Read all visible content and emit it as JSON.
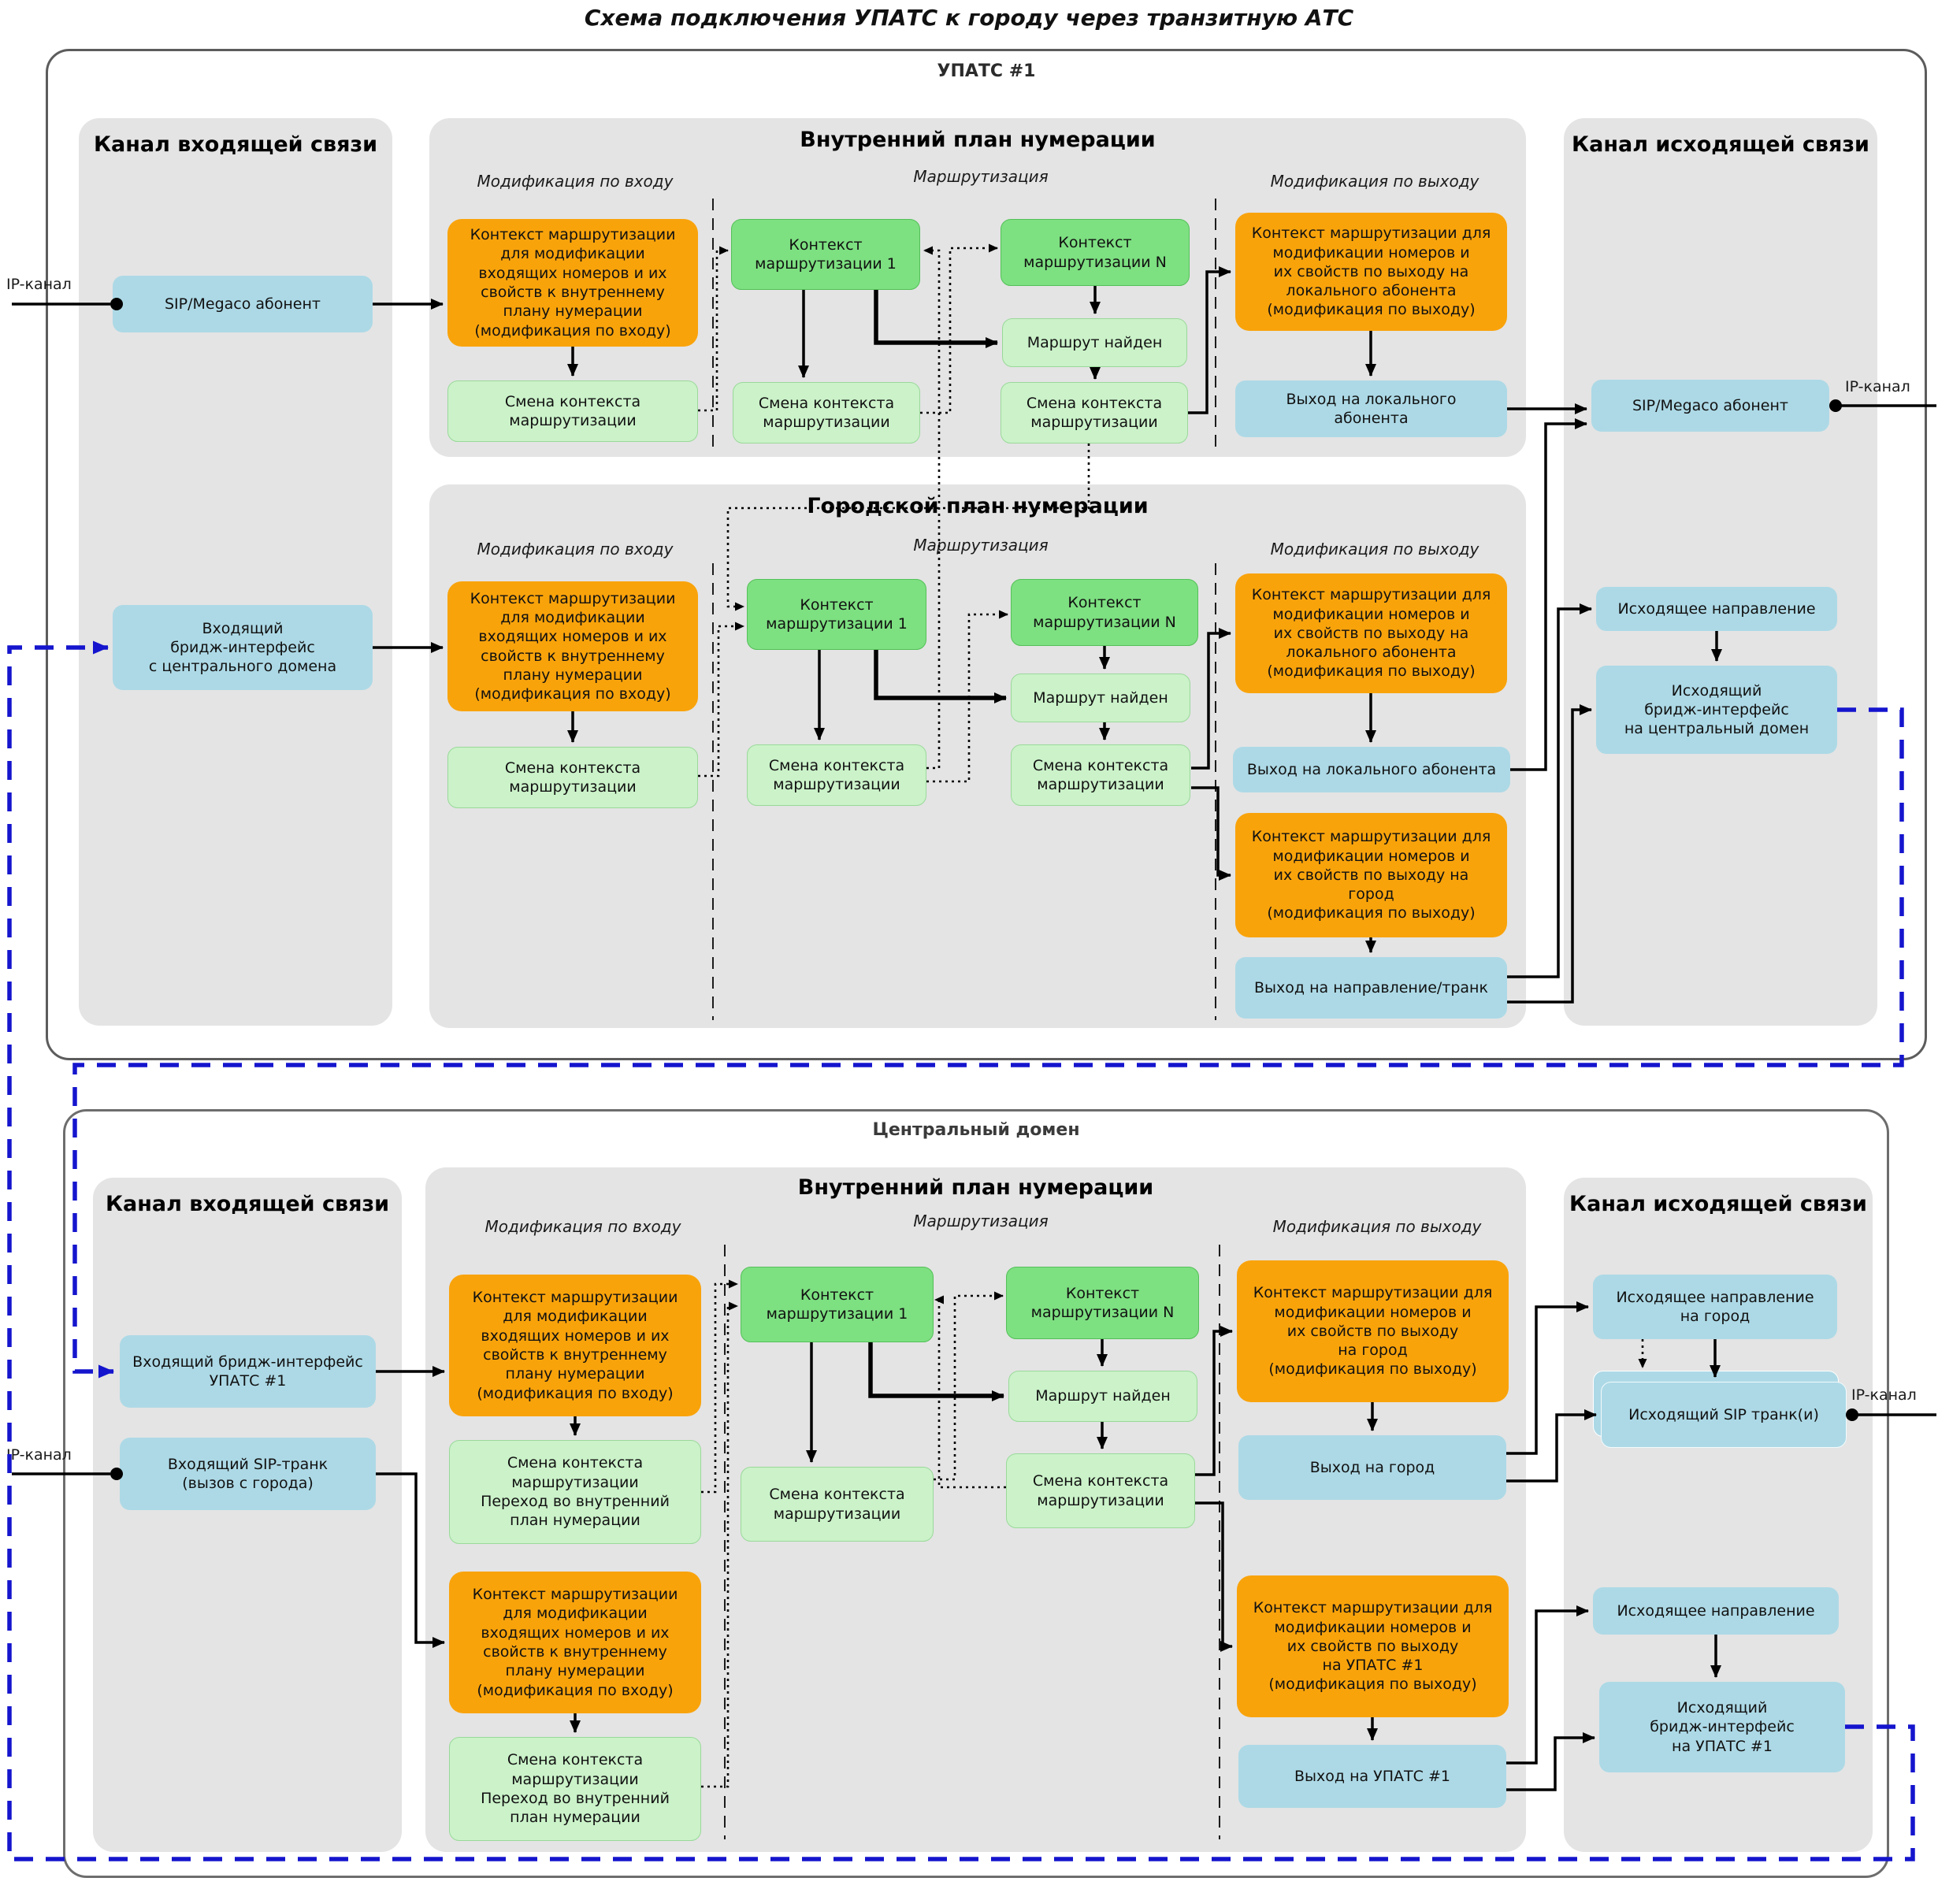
{
  "title": "Схема подключения УПАТС к городу через транзитную АТС",
  "labels": {
    "ip": "IP-канал"
  },
  "colors": {
    "orange": "#F9A30B",
    "green_bright": "#7DE081",
    "green_light": "#CBF2C9",
    "blue_box": "#ADD9E6",
    "panel_grey": "#E4E4E4",
    "blue_dashed": "#1515CE",
    "arrow_black": "#000000"
  },
  "upats": {
    "name": "УПАТС #1",
    "in_channel": {
      "title": "Канал входящей связи",
      "sip_megaco": "SIP/Megaco абонент",
      "in_bridge": "Входящий\nбридж-интерфейс\nс центрального домена"
    },
    "internal_plan": {
      "title": "Внутренний план нумерации",
      "col_in": "Модификация по входу",
      "col_route": "Маршрутизация",
      "col_out": "Модификация по выходу",
      "ctx_in": "Контекст маршрутизации\nдля модификации\nвходящих номеров и их\nсвойств к внутреннему\nплану нумерации\n(модификация по входу)",
      "ctx_change": "Смена контекста\nмаршрутизации",
      "ctx1": "Контекст\nмаршрутизации 1",
      "ctxN": "Контекст\nмаршрутизации N",
      "route_found": "Маршрут найден",
      "ctx_change2": "Смена контекста\nмаршрутизации",
      "ctx_change3": "Смена контекста\nмаршрутизации",
      "ctx_out_local": "Контекст маршрутизации для\nмодификации номеров и\nих свойств по выходу на\nлокального абонента\n(модификация по выходу)",
      "exit_local": "Выход на локального\nабонента"
    },
    "city_plan": {
      "title": "Городской план нумерации",
      "col_in": "Модификация по входу",
      "col_route": "Маршрутизация",
      "col_out": "Модификация по выходу",
      "ctx_in": "Контекст маршрутизации\nдля модификации\nвходящих номеров и их\nсвойств к внутреннему\nплану нумерации\n(модификация по входу)",
      "ctx_change": "Смена контекста\nмаршрутизации",
      "ctx1": "Контекст\nмаршрутизации 1",
      "ctxN": "Контекст\nмаршрутизации N",
      "route_found": "Маршрут найден",
      "ctx_change2": "Смена контекста\nмаршрутизации",
      "ctx_change3": "Смена контекста\nмаршрутизации",
      "ctx_out_local": "Контекст маршрутизации для\nмодификации номеров и\nих свойств по выходу на\nлокального абонента\n(модификация по выходу)",
      "exit_local": "Выход на локального абонента",
      "ctx_out_city": "Контекст маршрутизации для\nмодификации номеров и\nих свойств по выходу на\nгород\n(модификация по выходу)",
      "exit_dir_trunk": "Выход на направление/транк"
    },
    "out_channel": {
      "title": "Канал исходящей связи",
      "sip_megaco": "SIP/Megaco абонент",
      "out_direction": "Исходящее направление",
      "out_bridge": "Исходящий\nбридж-интерфейс\nна центральный домен"
    }
  },
  "central": {
    "name": "Центральный домен",
    "in_channel": {
      "title": "Канал входящей связи",
      "in_bridge": "Входящий бридж-интерфейс\nУПАТС #1",
      "in_trunk": "Входящий SIP-транк\n(вызов с города)"
    },
    "internal_plan": {
      "title": "Внутренний план нумерации",
      "col_in": "Модификация по входу",
      "col_route": "Маршрутизация",
      "col_out": "Модификация по выходу",
      "ctx_in": "Контекст маршрутизации\nдля модификации\nвходящих номеров и их\nсвойств к внутреннему\nплану нумерации\n(модификация по входу)",
      "ctx_change_plan": "Смена контекста\nмаршрутизации\nПереход во внутренний\nплан нумерации",
      "ctx_in2": "Контекст маршрутизации\nдля модификации\nвходящих номеров и их\nсвойств к внутреннему\nплану нумерации\n(модификация по входу)",
      "ctx_change_plan2": "Смена контекста\nмаршрутизации\nПереход во внутренний\nплан нумерации",
      "ctx1": "Контекст\nмаршрутизации 1",
      "ctxN": "Контекст\nмаршрутизации N",
      "route_found": "Маршрут найден",
      "ctx_change2": "Смена контекста\nмаршрутизации",
      "ctx_change3": "Смена контекста\nмаршрутизации",
      "ctx_out_city": "Контекст маршрутизации для\nмодификации номеров и\nих свойств по выходу\nна город\n(модификация по выходу)",
      "exit_city": "Выход на город",
      "ctx_out_upats": "Контекст маршрутизации для\nмодификации номеров и\nих свойств по выходу\nна УПАТС #1\n(модификация по выходу)",
      "exit_upats": "Выход на УПАТС #1"
    },
    "out_channel": {
      "title": "Канал исходящей связи",
      "out_dir_city": "Исходящее направление\nна город",
      "out_sip_trunk": "Исходящий SIP транк(и)",
      "out_direction": "Исходящее направление",
      "out_bridge": "Исходящий\nбридж-интерфейс\nна УПАТС #1"
    }
  }
}
